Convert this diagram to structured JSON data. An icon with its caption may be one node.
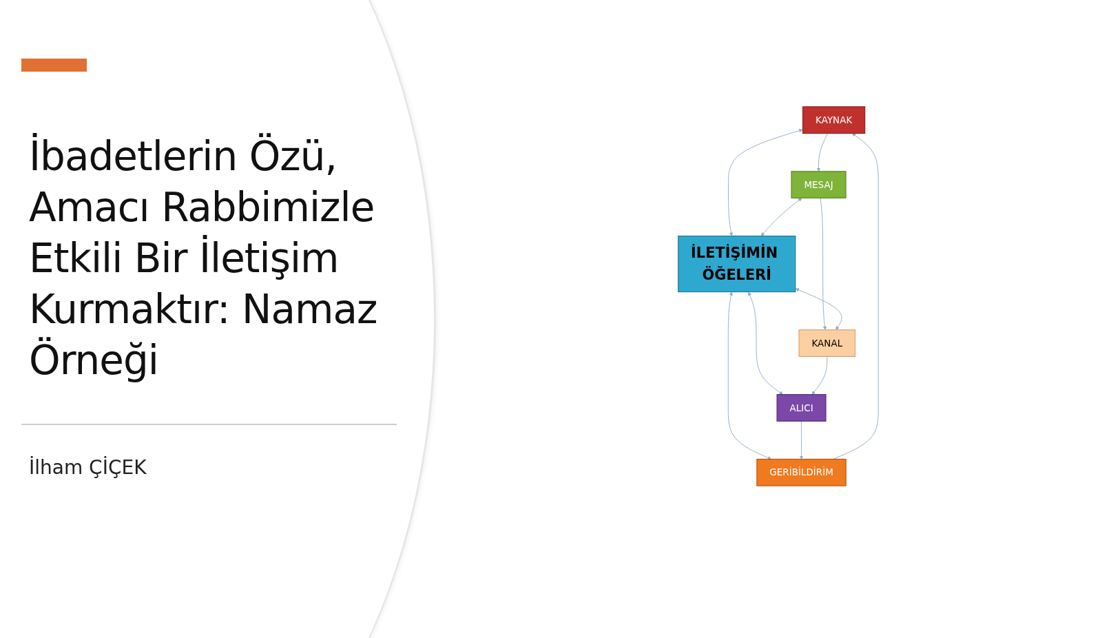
{
  "diagram": {
    "title": "İbadetlerin Özü, Amacı Rabbimizle Etkili Bir İletişim Kurmaktır: Namaz Örneği",
    "nodes": [
      {
        "text": [
          "KAYNAK"
        ]
      },
      {
        "text": [
          "MESAJ"
        ]
      },
      {
        "text": [
          "İLETİŞİMİN ÖĞELERİ"
        ]
      },
      {
        "text": [
          "GERİBİLDİRİM"
        ]
      },
      {
        "text": [
          "KANAL"
        ]
      },
      {
        "text": [
          "ALICI"
        ]
      }
    ],
    "edges": [
      {
        "from": 0,
        "to": 1,
        "arrow": "to"
      },
      {
        "from": 0,
        "to": 2,
        "arrow": "both"
      },
      {
        "from": 1,
        "to": 2,
        "arrow": "both"
      },
      {
        "from": 2,
        "to": 3,
        "arrow": "both"
      },
      {
        "from": 3,
        "to": 0,
        "arrow": "to"
      },
      {
        "from": 1,
        "to": 4,
        "arrow": "to"
      },
      {
        "from": 2,
        "to": 4,
        "arrow": "both"
      },
      {
        "from": 2,
        "to": 5,
        "arrow": "both"
      },
      {
        "from": 4,
        "to": 5,
        "arrow": "to"
      },
      {
        "from": 5,
        "to": 3,
        "arrow": "to"
      }
    ],
    "labels": [
      "İlham ÇİÇEK"
    ]
  }
}
